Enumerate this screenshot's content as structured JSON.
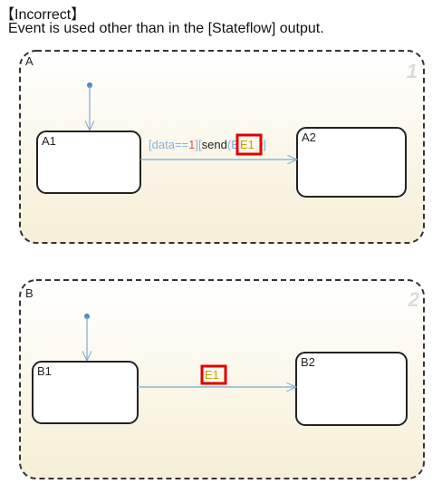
{
  "header": {
    "title": "【Incorrect】",
    "subtitle": "Event is used other than in the [Stateflow] output."
  },
  "diagram": {
    "charts": [
      {
        "name": "A",
        "number": "1",
        "states": [
          "A1",
          "A2"
        ],
        "transition": {
          "guard_open": "[",
          "guard_var": "data",
          "guard_op": "==",
          "guard_val": "1",
          "guard_close": "]",
          "action_open": "[",
          "action_func": "send",
          "action_paren": "(",
          "action_arg_hidden": "E",
          "event": "E1",
          "action_close": ")]"
        }
      },
      {
        "name": "B",
        "number": "2",
        "states": [
          "B1",
          "B2"
        ],
        "transition": {
          "event": "E1"
        }
      }
    ],
    "colors": {
      "chart_fill": "#f8f3df",
      "chart_border": "#333333",
      "state_border": "#222222",
      "arrow": "#7ea9cf",
      "label_text": "#8ab0d8",
      "label_red": "#d9534f",
      "label_gold": "#c8a000",
      "highlight": "#e00000"
    }
  }
}
